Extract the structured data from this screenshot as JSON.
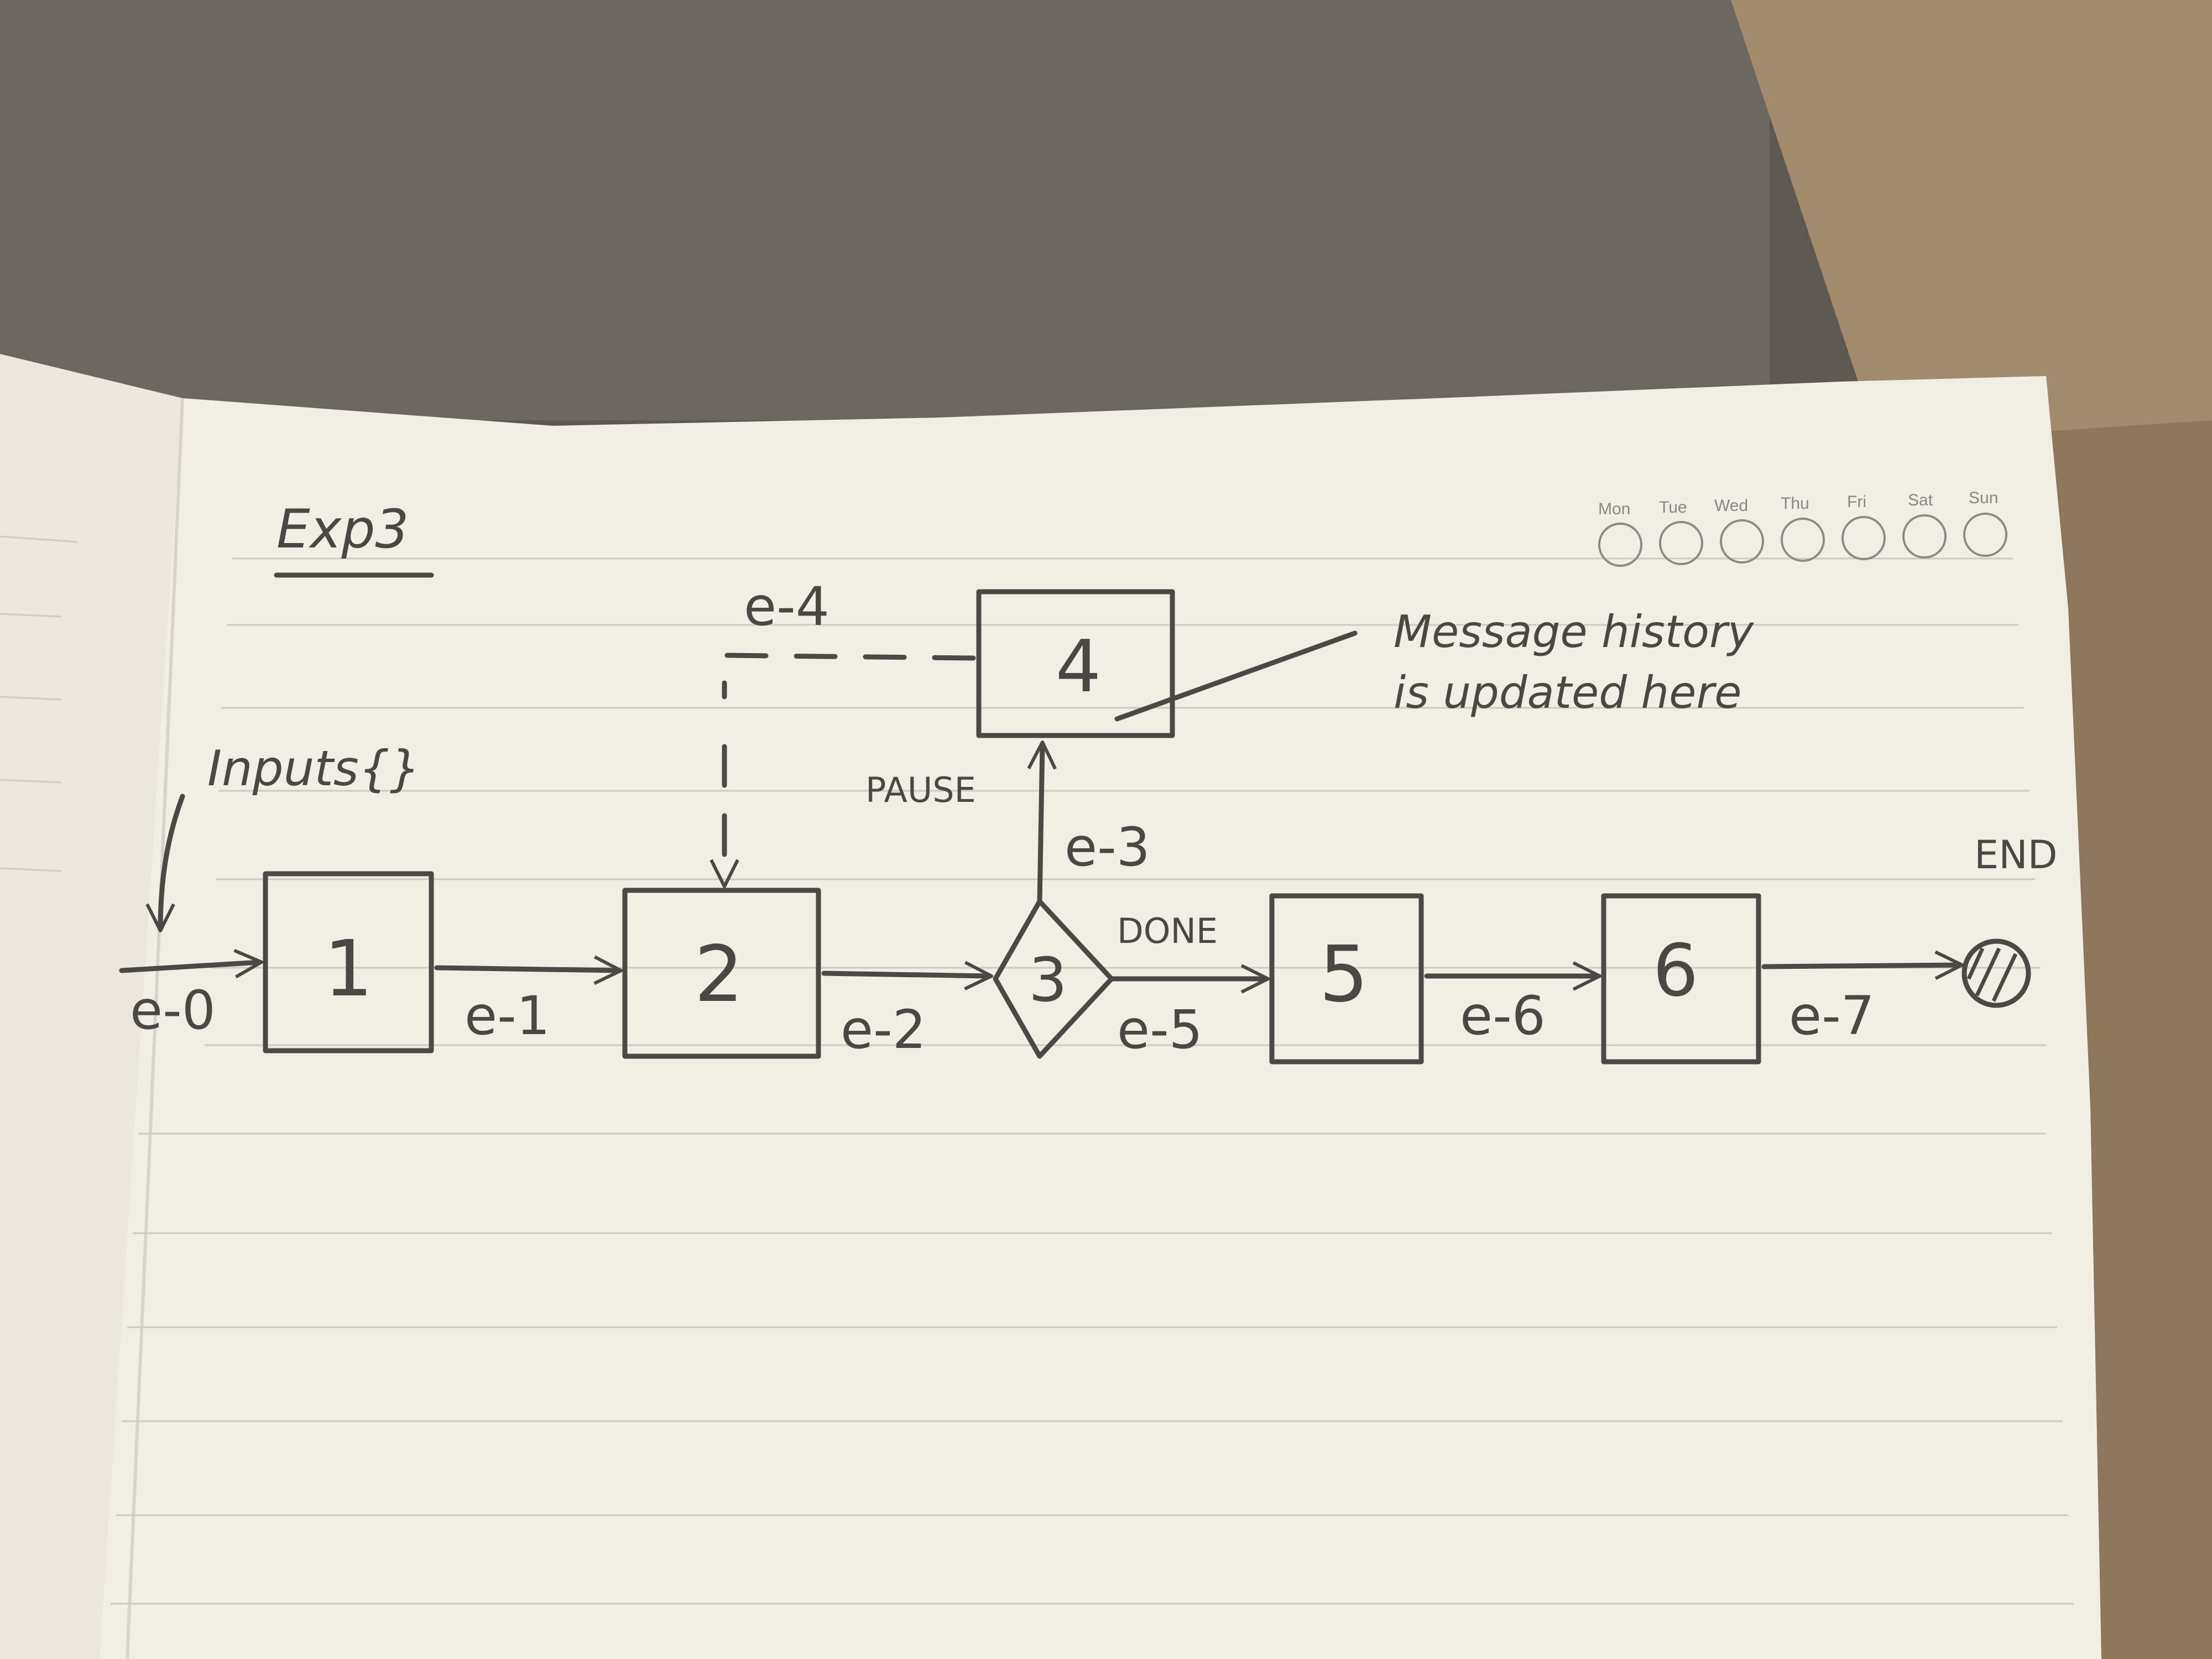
{
  "page": {
    "title": "Exp3",
    "weekdays": [
      "Mon",
      "Tue",
      "Wed",
      "Thu",
      "Fri",
      "Sat",
      "Sun"
    ]
  },
  "diagram": {
    "inputs_label": "Inputs{}",
    "end_label": "END",
    "note": [
      "Message history",
      "is updated here"
    ],
    "nodes": [
      {
        "id": "node-1",
        "label": "1"
      },
      {
        "id": "node-2",
        "label": "2"
      },
      {
        "id": "node-3",
        "label": "3"
      },
      {
        "id": "node-4",
        "label": "4"
      },
      {
        "id": "node-5",
        "label": "5"
      },
      {
        "id": "node-6",
        "label": "6"
      }
    ],
    "edges": [
      {
        "id": "e0",
        "label": "e-0"
      },
      {
        "id": "e1",
        "label": "e-1"
      },
      {
        "id": "e2",
        "label": "e-2"
      },
      {
        "id": "e3",
        "label": "e-3",
        "condition": "PAUSE"
      },
      {
        "id": "e4",
        "label": "e-4"
      },
      {
        "id": "e5",
        "label": "e-5",
        "condition": "DONE"
      },
      {
        "id": "e6",
        "label": "e-6"
      },
      {
        "id": "e7",
        "label": "e-7"
      }
    ]
  }
}
